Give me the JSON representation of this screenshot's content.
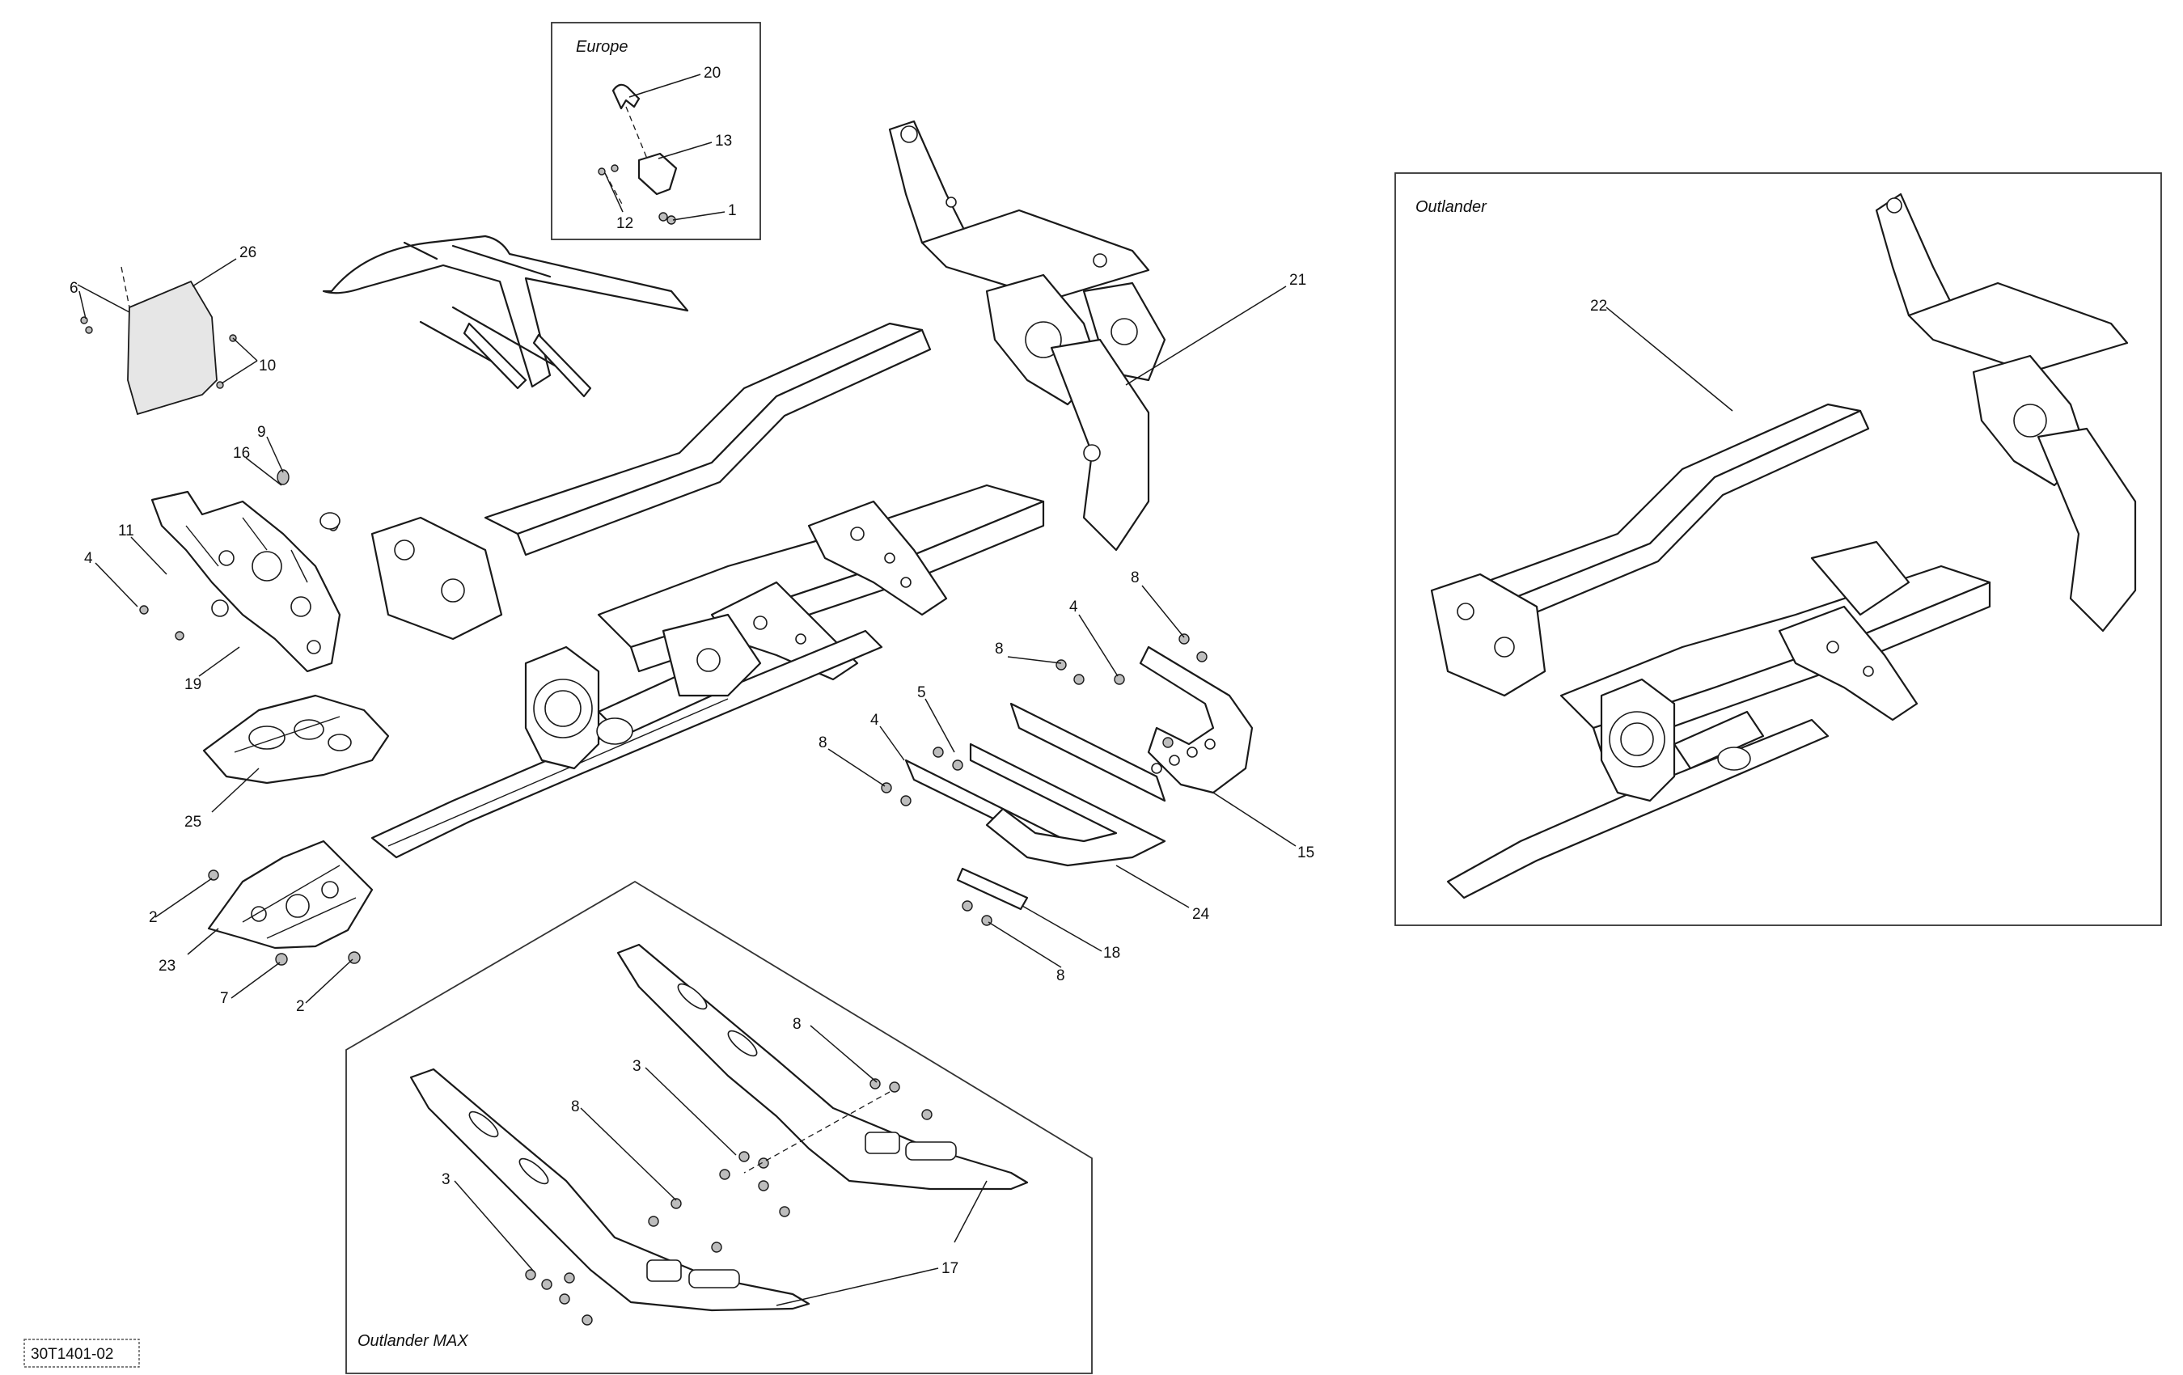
{
  "drawing_ref": "30T1401-02",
  "regions": {
    "europe": "Europe",
    "outlander": "Outlander",
    "outlander_max": "Outlander MAX"
  },
  "callouts": {
    "europe_20": "20",
    "europe_13": "13",
    "europe_12": "12",
    "europe_1": "1",
    "c26": "26",
    "c6": "6",
    "c10": "10",
    "c9": "9",
    "c16": "16",
    "c11": "11",
    "c4_left": "4",
    "c19": "19",
    "c25": "25",
    "c2_upper": "2",
    "c23": "23",
    "c7": "7",
    "c2_lower": "2",
    "c21": "21",
    "c22": "22",
    "c8_rr_top": "8",
    "c4_rr_top": "4",
    "c8_rr_mid": "8",
    "c5": "5",
    "c4_rr_mid": "4",
    "c8_rr_left": "8",
    "c15": "15",
    "c24": "24",
    "c18": "18",
    "c8_rr_bottom": "8",
    "c8_max_top": "8",
    "c3_max_top": "3",
    "c8_max_mid": "8",
    "c3_max_left": "3",
    "c17": "17"
  }
}
